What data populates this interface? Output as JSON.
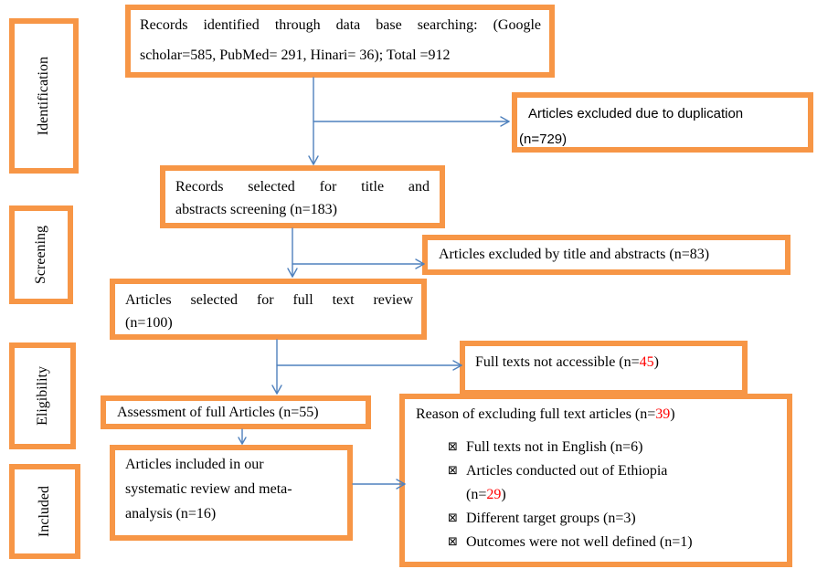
{
  "colors": {
    "box_border": "#f79646",
    "arrow": "#4f81bd",
    "highlight": "#ff0000"
  },
  "stages": {
    "identification": "Identification",
    "screening": "Screening",
    "eligibility": "Eligibility",
    "included": "Included"
  },
  "identified": {
    "line1": "Records identified through data base searching: (Google",
    "line2": "scholar=585, PubMed= 291, Hinari= 36); Total =912"
  },
  "duplicates": {
    "line1": "Articles excluded due to duplication",
    "line2": "(n=729)"
  },
  "screening_selected": {
    "line1": "Records selected for title and",
    "line2": "abstracts screening (n=183)"
  },
  "excluded_title": {
    "text": "Articles excluded by title and abstracts (n=83)"
  },
  "fulltext_selected": {
    "line1": "Articles selected for full text review",
    "line2": "(n=100)"
  },
  "not_accessible": {
    "prefix": "Full texts not accessible (n=",
    "count": "45",
    "suffix": ")"
  },
  "assessment": {
    "text": "Assessment of full Articles (n=55)"
  },
  "included": {
    "line1": "Articles included in our",
    "line2": "systematic review and meta-",
    "line3": "analysis (n=16)"
  },
  "reasons": {
    "title_prefix": "Reason of excluding full text articles (n=",
    "title_count": "39",
    "title_suffix": ")",
    "bullet": "⊠",
    "items": [
      {
        "text": "Full texts not in English (n=6)"
      },
      {
        "text": "Articles conducted out of Ethiopia",
        "cont_prefix": "(n=",
        "count": "29",
        "cont_suffix": ")"
      },
      {
        "text": "Different target groups (n=3)"
      },
      {
        "text": "Outcomes were not well defined (n=1)"
      }
    ]
  }
}
